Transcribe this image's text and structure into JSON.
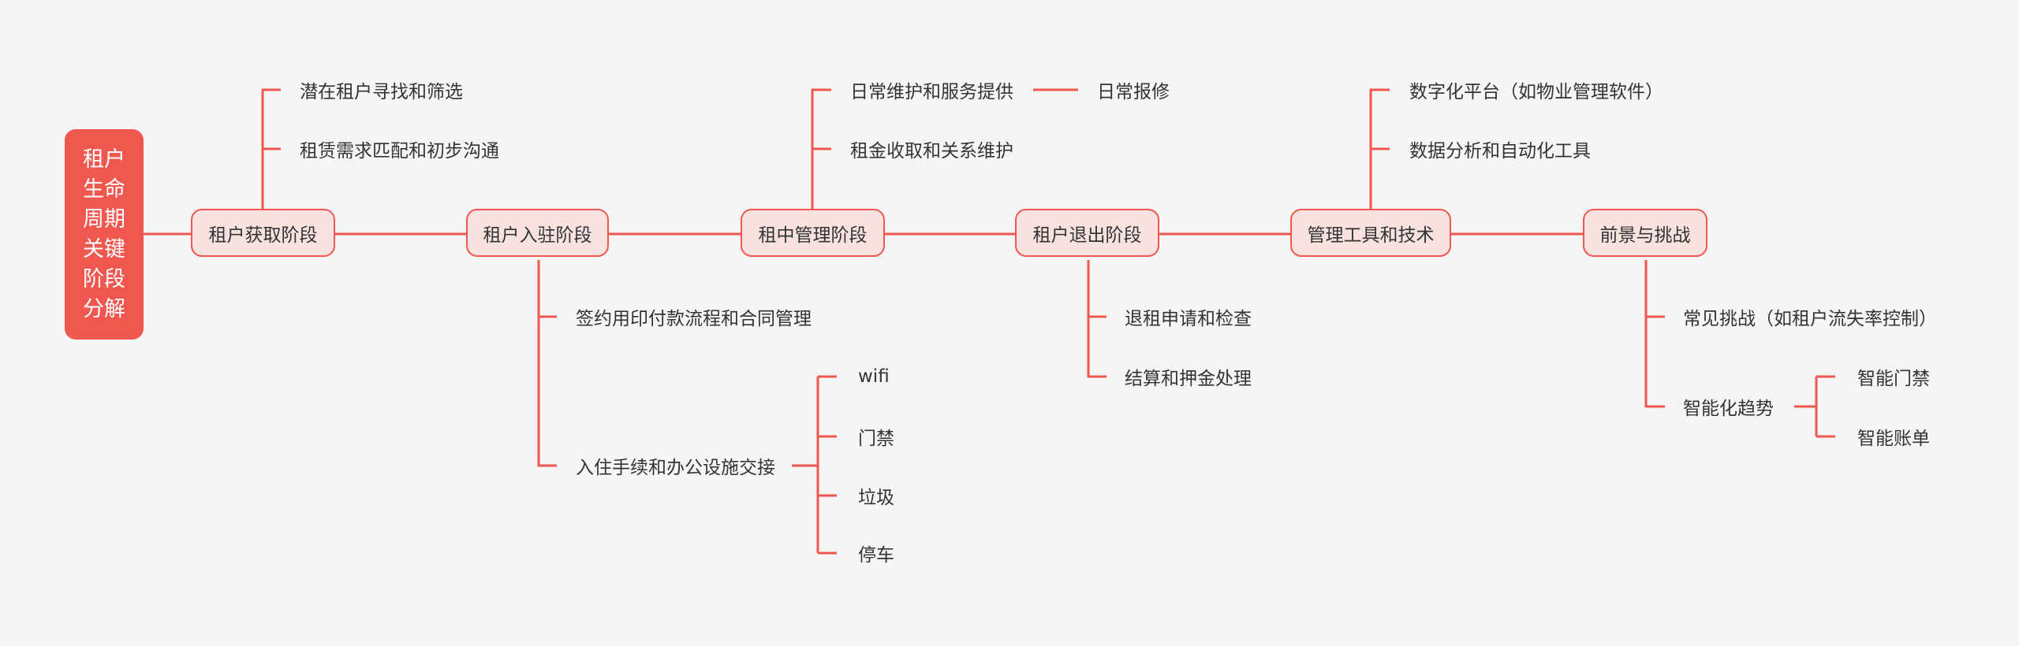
{
  "root": {
    "label": "租户生命周期关键阶段分解"
  },
  "colors": {
    "accent": "#f0574f",
    "node_fill": "#f7e2e0",
    "background": "#f5f5f5"
  },
  "stages": [
    {
      "label": "租户获取阶段",
      "children": [
        "潜在租户寻找和筛选",
        "租赁需求匹配和初步沟通"
      ]
    },
    {
      "label": "租户入驻阶段",
      "children": [
        "签约用印付款流程和合同管理",
        "入住手续和办公设施交接"
      ],
      "sub": [
        "wifi",
        "门禁",
        "垃圾",
        "停车"
      ]
    },
    {
      "label": "租中管理阶段",
      "children": [
        "日常维护和服务提供",
        "租金收取和关系维护"
      ],
      "sub": [
        "日常报修"
      ]
    },
    {
      "label": "租户退出阶段",
      "children": [
        "退租申请和检查",
        "结算和押金处理"
      ]
    },
    {
      "label": "管理工具和技术",
      "children": [
        "数字化平台（如物业管理软件）",
        "数据分析和自动化工具"
      ]
    },
    {
      "label": "前景与挑战",
      "children": [
        "常见挑战（如租户流失率控制）",
        "智能化趋势"
      ],
      "sub": [
        "智能门禁",
        "智能账单"
      ]
    }
  ]
}
